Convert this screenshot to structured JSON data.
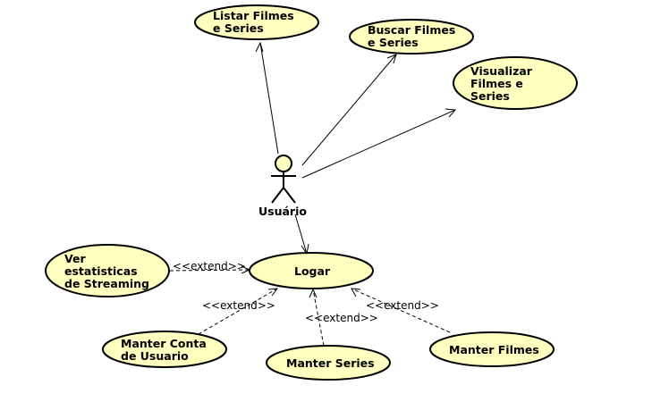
{
  "actor": {
    "name": "Usuário"
  },
  "use_cases": {
    "listar": [
      "Listar Filmes",
      "e Series"
    ],
    "buscar": [
      "Buscar Filmes",
      "e Series"
    ],
    "visualizar": [
      "Visualizar",
      "Filmes e",
      "Series"
    ],
    "logar": [
      "Logar"
    ],
    "ver_estatisticas": [
      "Ver",
      "estatisticas",
      "de Streaming"
    ],
    "manter_conta": [
      "Manter Conta",
      "de Usuario"
    ],
    "manter_series": [
      "Manter Series"
    ],
    "manter_filmes": [
      "Manter Filmes"
    ]
  },
  "stereotype": "<<extend>>",
  "colors": {
    "use_case_fill": "#ffffc0",
    "line": "#000000"
  }
}
